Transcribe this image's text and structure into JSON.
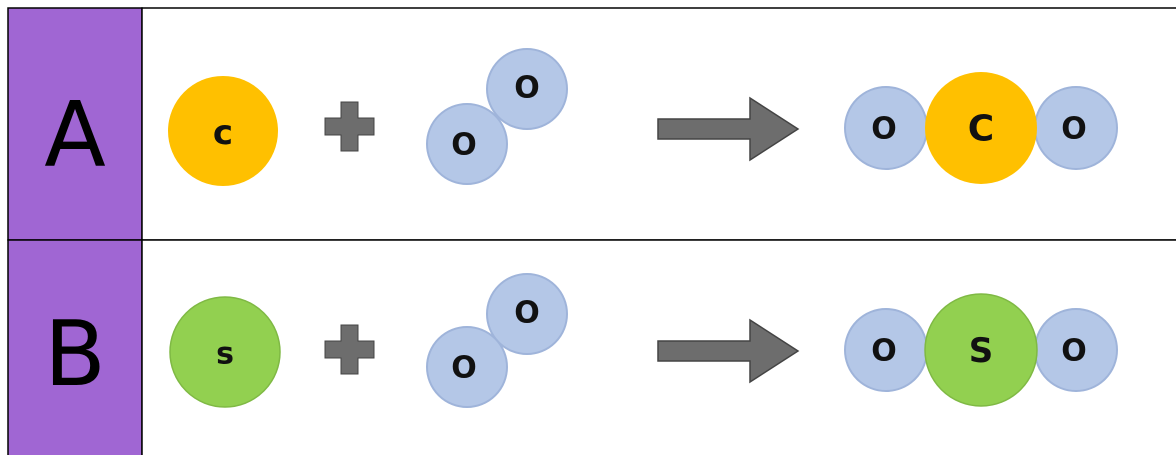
{
  "rows": [
    {
      "label": "A",
      "reactant_atom": "c",
      "reactant_molecule": [
        "O",
        "O"
      ],
      "product": [
        "O",
        "C",
        "O"
      ]
    },
    {
      "label": "B",
      "reactant_atom": "s",
      "reactant_molecule": [
        "O",
        "O"
      ],
      "product": [
        "O",
        "S",
        "O"
      ]
    }
  ],
  "colors": {
    "label_column": "#a066d3",
    "carbon": "#ffc000",
    "sulfur": "#92d050",
    "oxygen": "#b4c7e7",
    "oxygen_stroke": "#9fb4da",
    "plus": "#6d6d6d",
    "arrow": "#6d6d6d",
    "border": "#000000"
  },
  "icons": {
    "plus": "plus-icon",
    "arrow": "right-arrow-icon"
  }
}
